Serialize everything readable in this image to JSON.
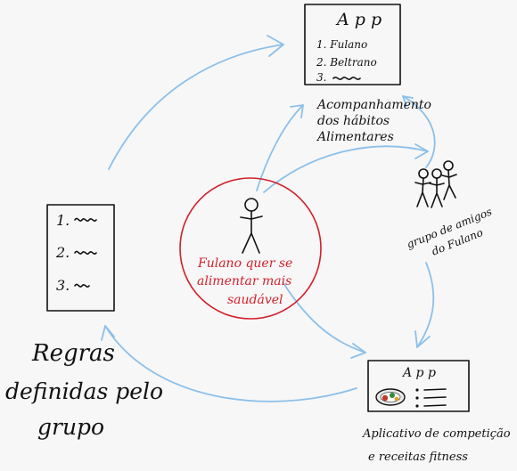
{
  "top_app": {
    "title": "A p p",
    "items": [
      "1. Fulano",
      "2. Beltrano",
      "3."
    ],
    "caption_lines": [
      "Acompanhamento",
      "dos hábitos",
      "Alimentares"
    ]
  },
  "center": {
    "caption_lines": [
      "Fulano quer se",
      "alimentar mais",
      "saudável"
    ],
    "accent": "#d11f2a"
  },
  "friends": {
    "caption_lines": [
      "grupo de amigos",
      "do Fulano"
    ]
  },
  "rules": {
    "items": [
      "1.",
      "2.",
      "3."
    ],
    "caption_lines": [
      "Regras",
      "definidas pelo",
      "grupo"
    ]
  },
  "bottom_app": {
    "title": "A p p",
    "caption_lines": [
      "Aplicativo de competição",
      "e receitas fitness"
    ]
  },
  "colors": {
    "arrow": "#8cc0ea",
    "ink": "#111111",
    "circle": "#d11f2a"
  }
}
